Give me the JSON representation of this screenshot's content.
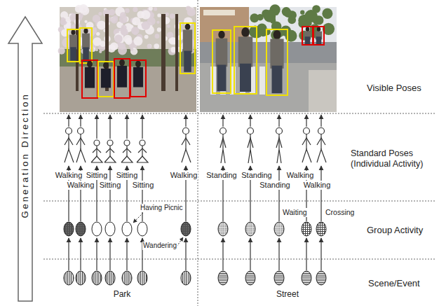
{
  "diagram": {
    "labels": [
      "Generation Direction",
      "Visible Poses",
      "Walking",
      "Walking",
      "Sitting",
      "Sitting",
      "Sitting",
      "Sitting",
      "Walking",
      "Standing",
      "Standing",
      "Standing",
      "Walking",
      "Walking",
      "Standard Poses (Individual Activity)",
      "Having Picnic",
      "Waiting",
      "Crossing",
      "Group Activity",
      "Wandering",
      "Park",
      "Street",
      "Scene/Event"
    ]
  }
}
